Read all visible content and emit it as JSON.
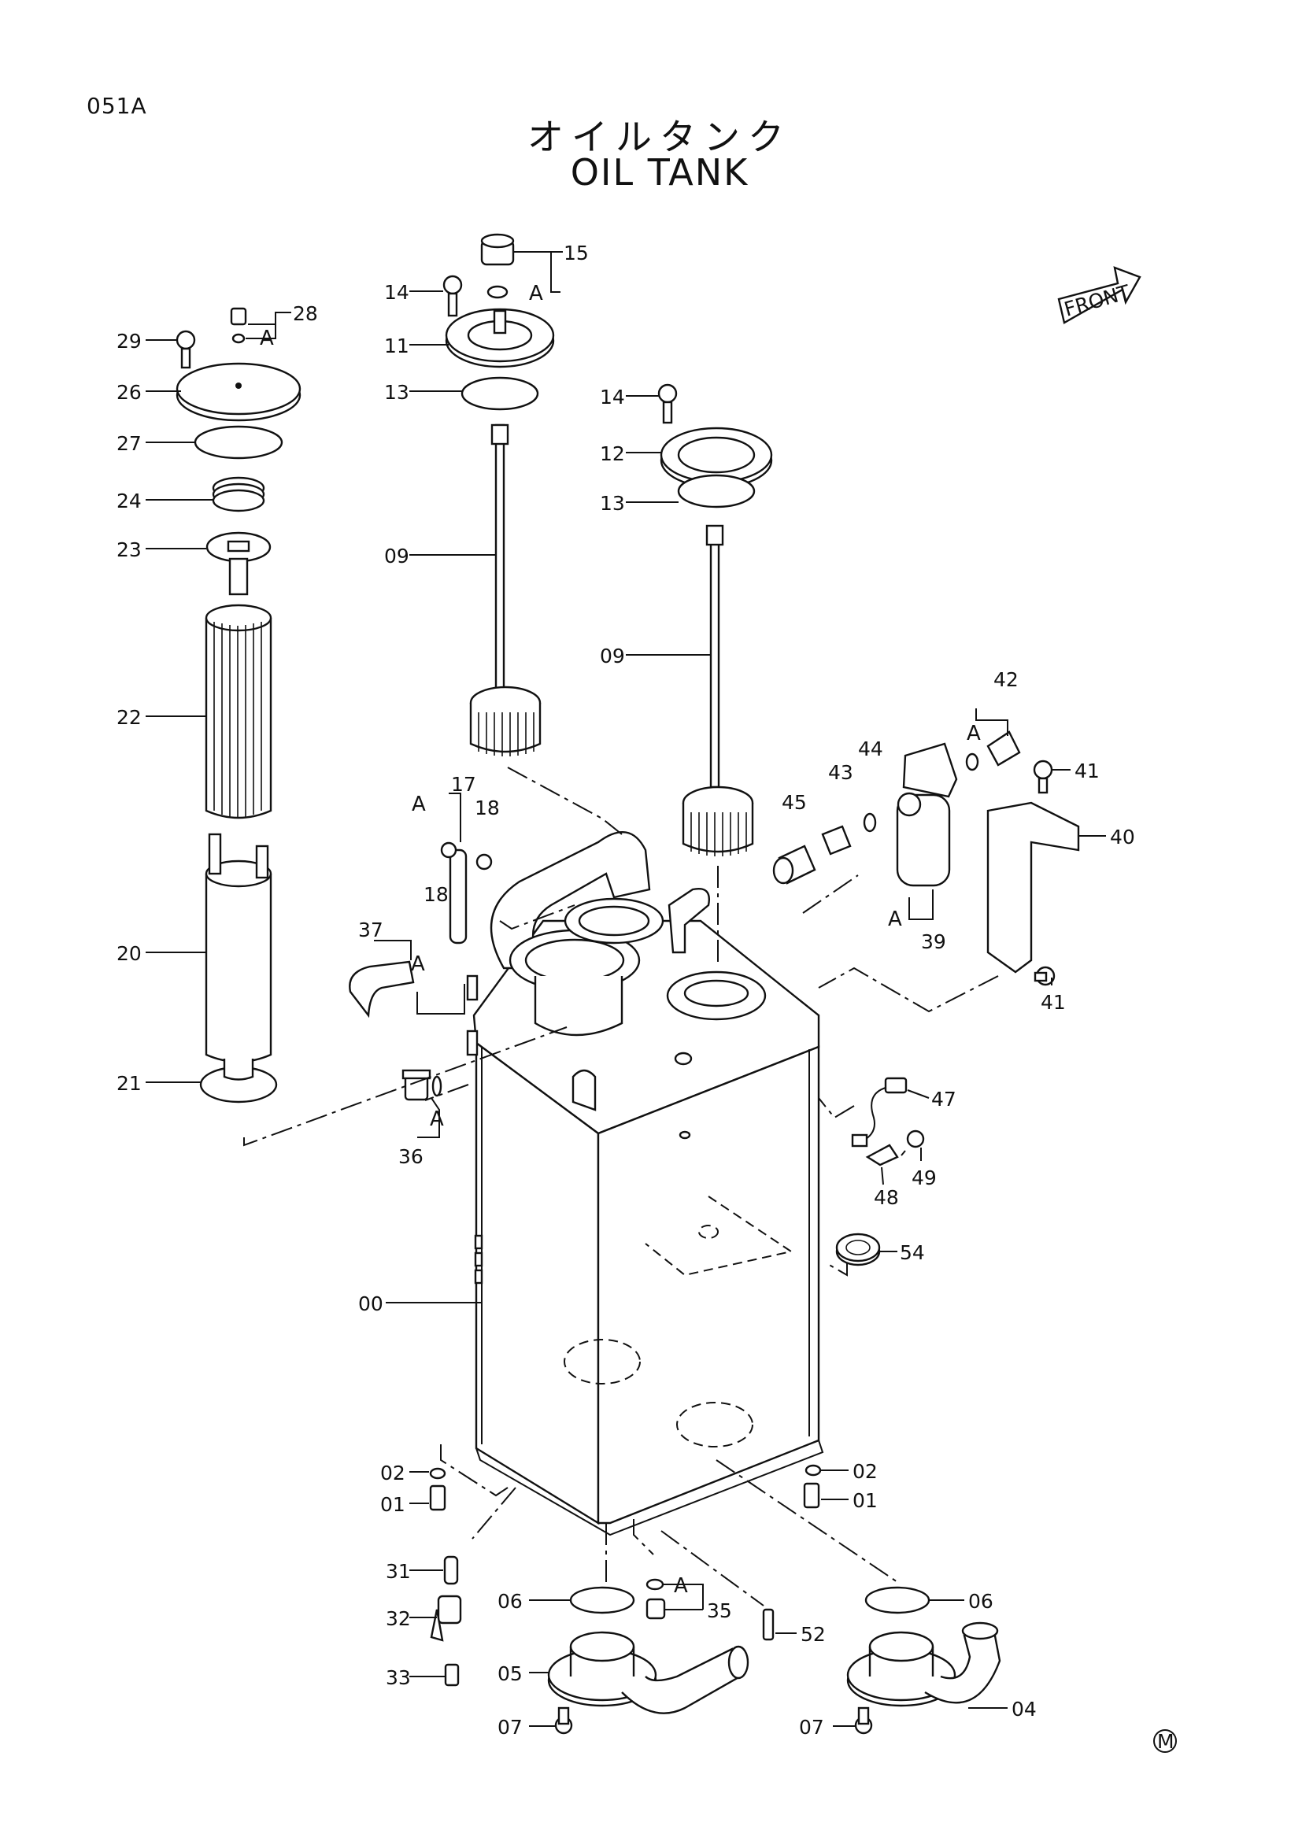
{
  "page_code": "051A",
  "title_jp": "オイルタンク",
  "title_en": "OIL TANK",
  "front_label": "FRONT",
  "mark": "M",
  "group_letter": "A",
  "callouts": [
    "00",
    "01",
    "01",
    "02",
    "02",
    "04",
    "05",
    "06",
    "06",
    "07",
    "07",
    "09",
    "09",
    "11",
    "12",
    "13",
    "13",
    "14",
    "14",
    "15",
    "17",
    "18",
    "18",
    "20",
    "21",
    "22",
    "23",
    "24",
    "26",
    "27",
    "28",
    "29",
    "31",
    "32",
    "33",
    "35",
    "36",
    "37",
    "39",
    "40",
    "41",
    "41",
    "42",
    "43",
    "44",
    "45",
    "47",
    "48",
    "49",
    "52",
    "54"
  ]
}
